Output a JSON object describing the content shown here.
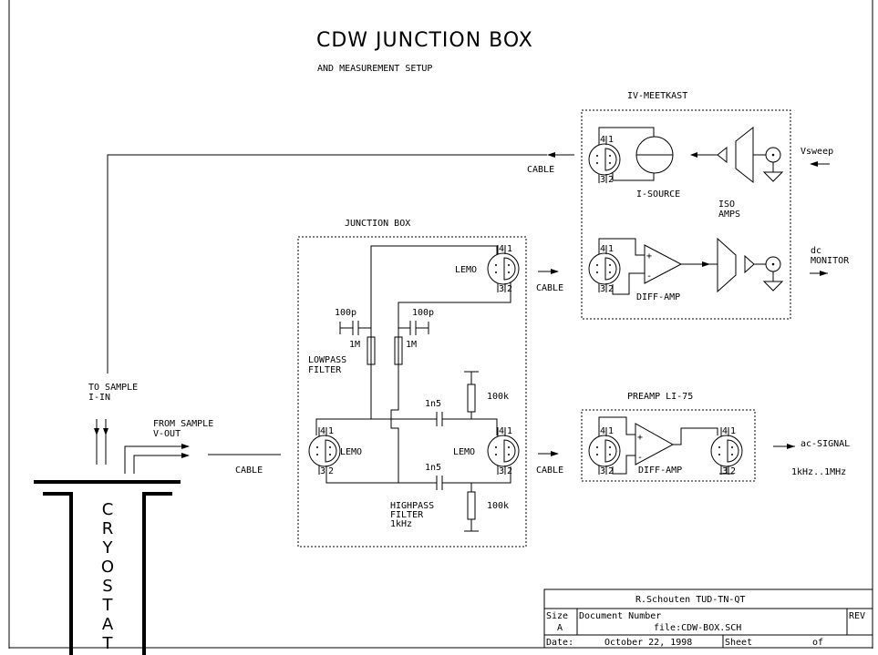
{
  "title": "CDW JUNCTION BOX",
  "subtitle": "AND MEASUREMENT SETUP",
  "connector_pins": [
    "4",
    "1",
    "3",
    "2"
  ],
  "iv_box": {
    "label": "IV-MEETKAST",
    "i_source": "I-SOURCE",
    "iso_amps": [
      "ISO",
      "AMPS"
    ],
    "diff_amp": "DIFF-AMP",
    "vsweep": "Vsweep",
    "dc_monitor": [
      "dc",
      "MONITOR"
    ]
  },
  "junction_box": {
    "label": "JUNCTION BOX",
    "lemo_top": "LEMO",
    "lemo_left": "LEMO",
    "lemo_right": "LEMO",
    "cap_left": "100p",
    "cap_right": "100p",
    "res_left": "1M",
    "res_right": "1M",
    "lowpass": [
      "LOWPASS",
      "FILTER"
    ],
    "cap_top": "1n5",
    "cap_bottom": "1n5",
    "res_top": "100k",
    "res_bottom": "100k",
    "highpass": [
      "HIGHPASS",
      "FILTER",
      "1kHz"
    ]
  },
  "preamp": {
    "label": "PREAMP LI-75",
    "diff_amp": "DIFF-AMP",
    "ac_signal": "ac-SIGNAL",
    "range": "1kHz..1MHz"
  },
  "cables": {
    "iv_return": "CABLE",
    "jb_to_iv": "CABLE",
    "jb_to_preamp": "CABLE",
    "cryo_to_jb": "CABLE"
  },
  "sample": {
    "to_sample": [
      "TO SAMPLE",
      "I-IN"
    ],
    "from_sample": [
      "FROM SAMPLE",
      "V-OUT"
    ]
  },
  "cryostat_letters": [
    "C",
    "R",
    "Y",
    "O",
    "S",
    "T",
    "A",
    "T"
  ],
  "title_block": {
    "author": "R.Schouten TUD-TN-QT",
    "size_label": "Size",
    "size_value": "A",
    "doc_label": "Document Number",
    "doc_value": "file:CDW-BOX.SCH",
    "rev_label": "REV",
    "date_label": "Date:",
    "date_value": "October 22, 1998",
    "sheet_label": "Sheet",
    "of_label": "of"
  }
}
